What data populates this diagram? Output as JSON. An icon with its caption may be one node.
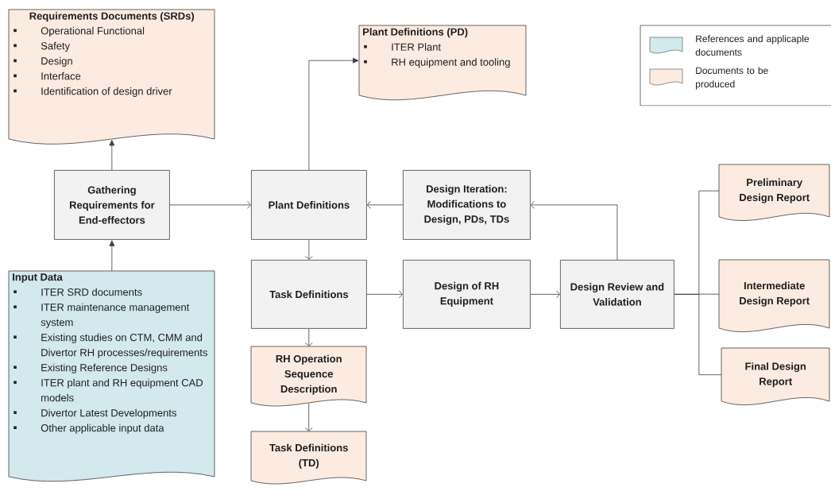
{
  "diagram": {
    "nodes": [
      {
        "text": [
          "Requirements Documents (SRDs)",
          "Operational Functional",
          "Safety",
          "Design",
          "Interface",
          "Identification of design driver"
        ]
      },
      {
        "text": [
          "Plant Definitions (PD)",
          "ITER Plant",
          "RH equipment and tooling"
        ]
      },
      {
        "text": [
          "Gathering Requirements for End-effectors"
        ]
      },
      {
        "text": [
          "Plant Definitions"
        ]
      },
      {
        "text": [
          "Design Iteration: Modifications to Design, PDs, TDs"
        ]
      },
      {
        "text": [
          "Preliminary Design Report"
        ]
      },
      {
        "text": [
          "Input Data",
          "ITER SRD documents",
          "ITER maintenance management system",
          "Existing studies on CTM, CMM and Divertor RH processes/requirements",
          "Existing Reference Designs",
          "ITER plant and RH equipment CAD models",
          "Divertor Latest Developments",
          "Other applicable input data"
        ]
      },
      {
        "text": [
          "Task Definitions"
        ]
      },
      {
        "text": [
          "Design of RH Equipment"
        ]
      },
      {
        "text": [
          "Design Review and Validation"
        ]
      },
      {
        "text": [
          "Intermediate Design Report"
        ]
      },
      {
        "text": [
          "Final Design Report"
        ]
      },
      {
        "text": [
          "RH Operation Sequence Description"
        ]
      },
      {
        "text": [
          "Task Definitions (TD)"
        ]
      }
    ],
    "edges": [
      {
        "from": 2,
        "to": 0,
        "arrow": "to"
      },
      {
        "from": 6,
        "to": 2,
        "arrow": "to"
      },
      {
        "from": 2,
        "to": 3,
        "arrow": "to"
      },
      {
        "from": 3,
        "to": 1,
        "arrow": "to"
      },
      {
        "from": 4,
        "to": 3,
        "arrow": "to"
      },
      {
        "from": 3,
        "to": 7,
        "arrow": "to"
      },
      {
        "from": 7,
        "to": 8,
        "arrow": "to"
      },
      {
        "from": 8,
        "to": 9,
        "arrow": "to"
      },
      {
        "from": 9,
        "to": 4,
        "arrow": "to"
      },
      {
        "from": 9,
        "to": 5,
        "arrow": "none"
      },
      {
        "from": 9,
        "to": 10,
        "arrow": "none"
      },
      {
        "from": 9,
        "to": 11,
        "arrow": "none"
      },
      {
        "from": 7,
        "to": 12,
        "arrow": "to"
      },
      {
        "from": 12,
        "to": 13,
        "arrow": "to"
      }
    ],
    "legend": [
      {
        "text": "References and applicaple documents",
        "color": "#d2e9ee"
      },
      {
        "text": "Documents to be produced",
        "color": "#fcebe0"
      }
    ]
  }
}
